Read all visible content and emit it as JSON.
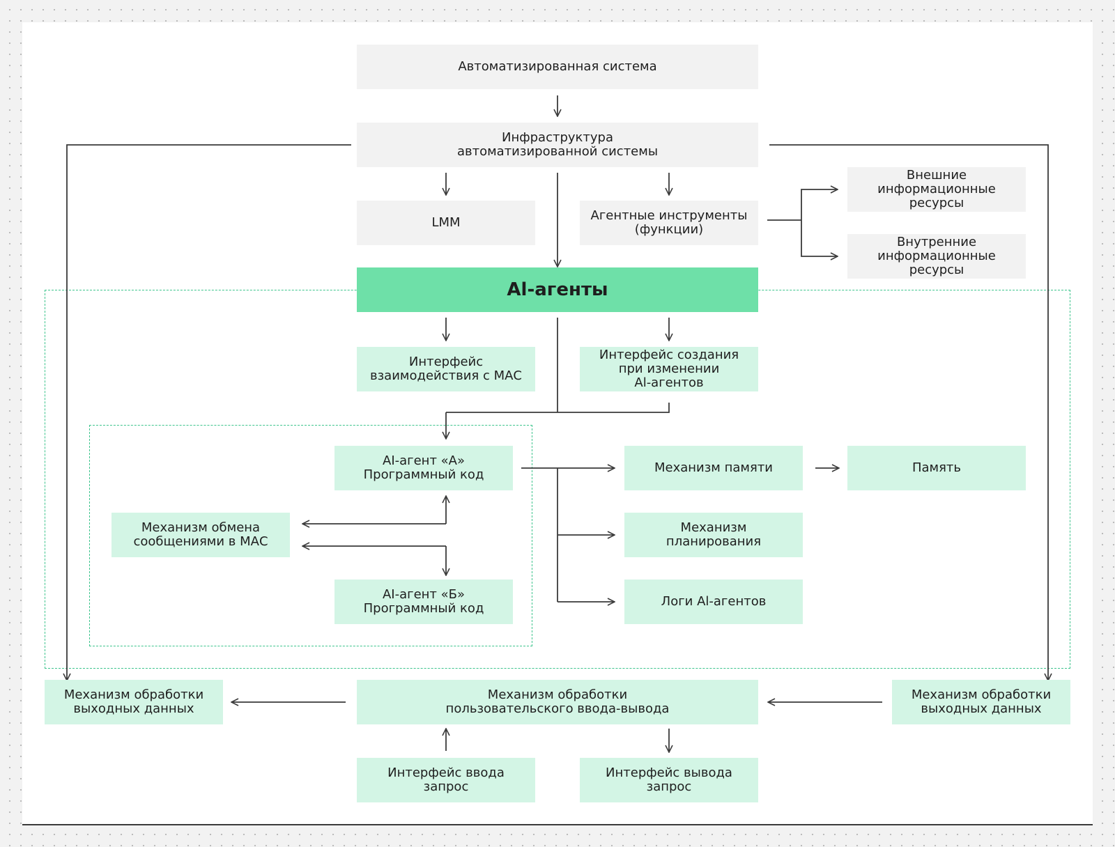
{
  "nodes": {
    "automated_system": [
      "Автоматизированная система"
    ],
    "infrastructure": [
      "Инфраструктура",
      "автоматизированной системы"
    ],
    "lmm": [
      "LMM"
    ],
    "agent_tools": [
      "Агентные инструменты",
      "(функции)"
    ],
    "external_resources": [
      "Внешние",
      "информационные",
      "ресурсы"
    ],
    "internal_resources": [
      "Внутренние",
      "информационные",
      "ресурсы"
    ],
    "ai_agents": [
      "Al-агенты"
    ],
    "mas_interface": [
      "Интерфейс",
      "взаимодействия с МАС"
    ],
    "create_interface": [
      "Интерфейс создания",
      "при изменении",
      "Al-агентов"
    ],
    "agent_a": [
      "AI-агент  «А»",
      "Программный код"
    ],
    "agent_b": [
      "AI-агент «Б»",
      "Программный код"
    ],
    "messaging": [
      "Механизм обмена",
      "сообщениями в МАС"
    ],
    "memory_mechanism": [
      "Механизм памяти"
    ],
    "memory": [
      "Память"
    ],
    "planning": [
      "Механизм",
      "планирования"
    ],
    "logs": [
      "Логи Al-агентов"
    ],
    "output_left": [
      "Механизм обработки",
      "выходных данных"
    ],
    "io_mechanism": [
      "Механизм обработки",
      "пользовательского ввода-вывода"
    ],
    "output_right": [
      "Механизм обработки",
      "выходных данных"
    ],
    "input_interface": [
      "Интерфейс ввода",
      "запрос"
    ],
    "output_interface": [
      "Интерфейс вывода",
      "запрос"
    ]
  },
  "colors": {
    "neutral_box": "#f2f2f2",
    "light_green_box": "#d3f5e5",
    "accent_green_box": "#6ee0a8",
    "dashed_border": "#3cc48c",
    "connector": "#3a3a3a"
  }
}
